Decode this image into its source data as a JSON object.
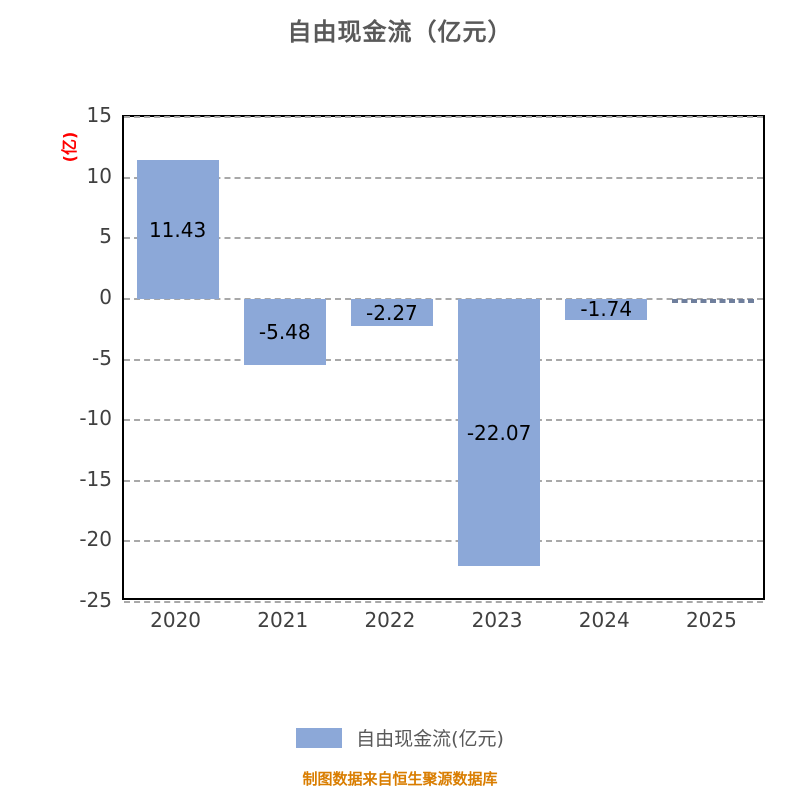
{
  "title": "自由现金流（亿元）",
  "y_axis_unit": "(亿)",
  "legend": {
    "label": "自由现金流(亿元)"
  },
  "footer": "制图数据来自恒生聚源数据库",
  "chart_data": {
    "type": "bar",
    "title": "自由现金流（亿元）",
    "ylabel": "(亿)",
    "categories": [
      "2020",
      "2021",
      "2022",
      "2023",
      "2024",
      "2025"
    ],
    "values": [
      11.43,
      -5.48,
      -2.27,
      -22.07,
      -1.74,
      -0.3
    ],
    "data_labels": [
      "11.43",
      "-5.48",
      "-2.27",
      "-22.07",
      "-1.74",
      ""
    ],
    "bar_styles": [
      "solid",
      "solid",
      "solid",
      "solid",
      "solid",
      "dashed"
    ],
    "yticks": [
      15,
      10,
      5,
      0,
      -5,
      -10,
      -15,
      -20,
      -25
    ],
    "ylim": [
      -25,
      15
    ],
    "grid": "dashed",
    "legend_position": "bottom",
    "bar_color": "#8CA8D8",
    "grid_color": "#a8a8a8",
    "title_color": "#595959",
    "unit_color": "#ff0000",
    "footer_color": "#d97d00"
  }
}
